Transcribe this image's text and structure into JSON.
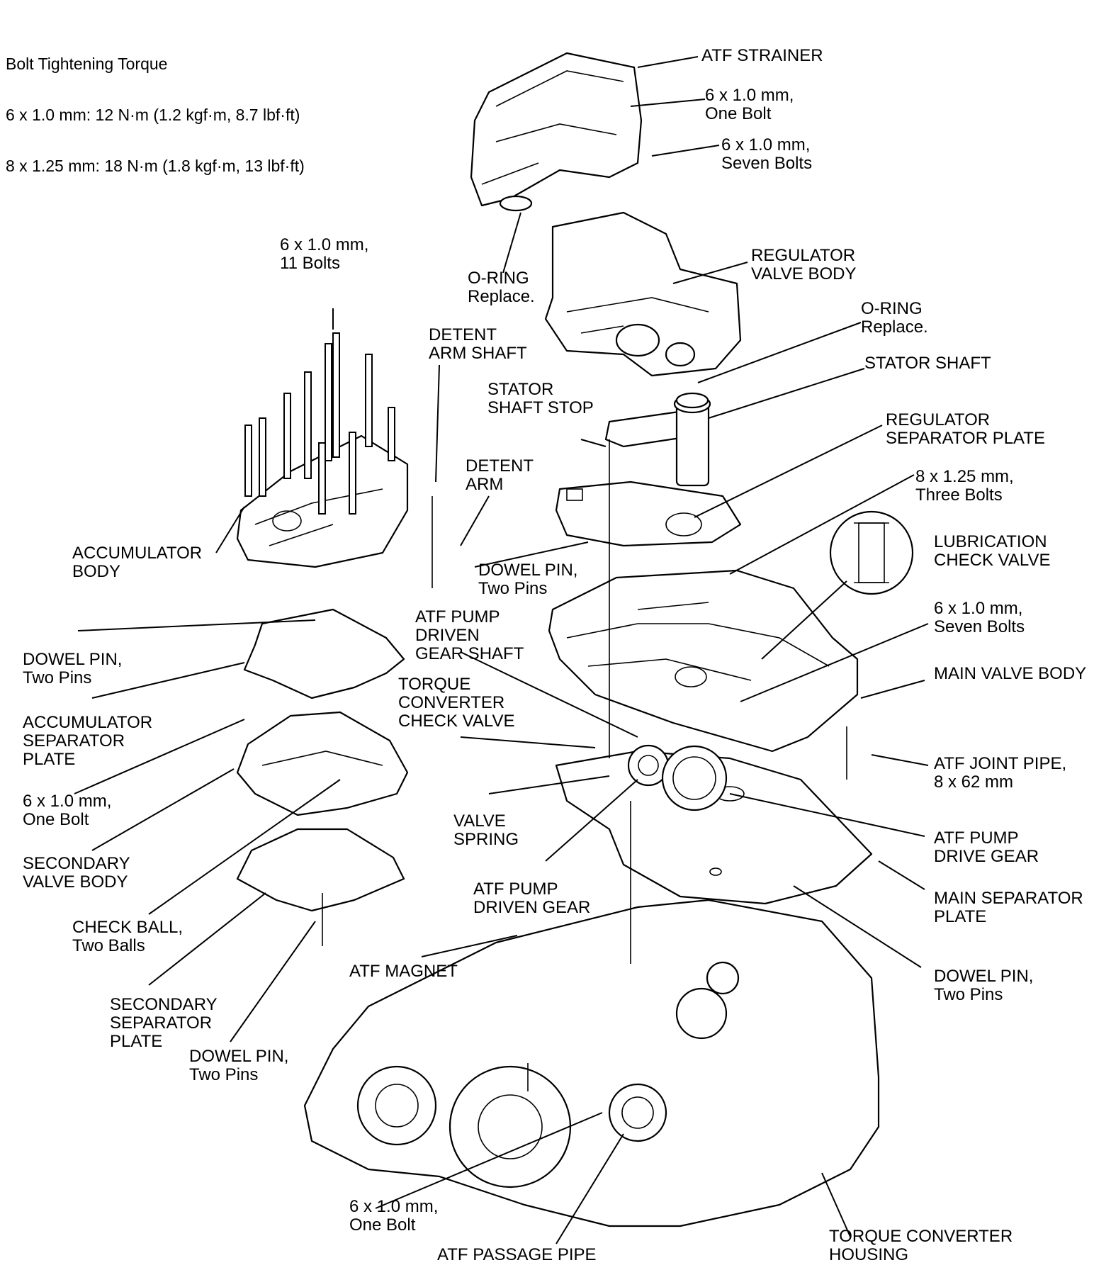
{
  "torque_spec": {
    "title": "Bolt Tightening Torque",
    "line1": "6 x 1.0 mm: 12 N·m (1.2 kgf·m, 8.7 lbf·ft)",
    "line2": "8 x 1.25 mm: 18 N·m (1.8 kgf·m, 13 lbf·ft)"
  },
  "labels": {
    "atf_strainer": "ATF STRAINER",
    "strainer_bolt": "6 x 1.0 mm,\nOne Bolt",
    "regulator_bolts": "6 x 1.0 mm,\nSeven Bolts",
    "accumulator_bolts": "6 x 1.0 mm,\n11 Bolts",
    "oring_strainer": "O-RING\nReplace.",
    "regulator_valve_body": "REGULATOR\nVALVE BODY",
    "oring_stator": "O-RING\nReplace.",
    "detent_arm_shaft": "DETENT\nARM SHAFT",
    "stator_shaft": "STATOR SHAFT",
    "stator_shaft_stop": "STATOR\nSHAFT STOP",
    "regulator_separator_plate": "REGULATOR\nSEPARATOR PLATE",
    "detent_arm": "DETENT\nARM",
    "main_body_bolts_8": "8 x 1.25 mm,\nThree Bolts",
    "lubrication_check_valve": "LUBRICATION\nCHECK VALVE",
    "accumulator_body": "ACCUMULATOR\nBODY",
    "dowel_pin_upper": "DOWEL PIN,\nTwo Pins",
    "main_body_bolts_6": "6 x 1.0 mm,\nSeven Bolts",
    "atf_pump_driven_gear_shaft": "ATF PUMP\nDRIVEN\nGEAR SHAFT",
    "dowel_pin_left": "DOWEL PIN,\nTwo Pins",
    "main_valve_body": "MAIN VALVE BODY",
    "torque_converter_check_valve": "TORQUE\nCONVERTER\nCHECK VALVE",
    "accumulator_separator_plate": "ACCUMULATOR\nSEPARATOR\nPLATE",
    "atf_joint_pipe": "ATF JOINT PIPE,\n8 x 62 mm",
    "secondary_bolt": "6 x 1.0 mm,\nOne Bolt",
    "valve_spring": "VALVE\nSPRING",
    "atf_pump_drive_gear": "ATF PUMP\nDRIVE GEAR",
    "secondary_valve_body": "SECONDARY\nVALVE BODY",
    "atf_pump_driven_gear": "ATF PUMP\nDRIVEN GEAR",
    "main_separator_plate": "MAIN SEPARATOR\nPLATE",
    "check_ball": "CHECK BALL,\nTwo Balls",
    "atf_magnet": "ATF MAGNET",
    "dowel_pin_right": "DOWEL PIN,\nTwo Pins",
    "secondary_separator_plate": "SECONDARY\nSEPARATOR\nPLATE",
    "dowel_pin_bottom": "DOWEL PIN,\nTwo Pins",
    "pipe_bolt": "6 x 1.0 mm,\nOne Bolt",
    "atf_passage_pipe": "ATF PASSAGE PIPE",
    "torque_converter_housing": "TORQUE CONVERTER\nHOUSING"
  }
}
